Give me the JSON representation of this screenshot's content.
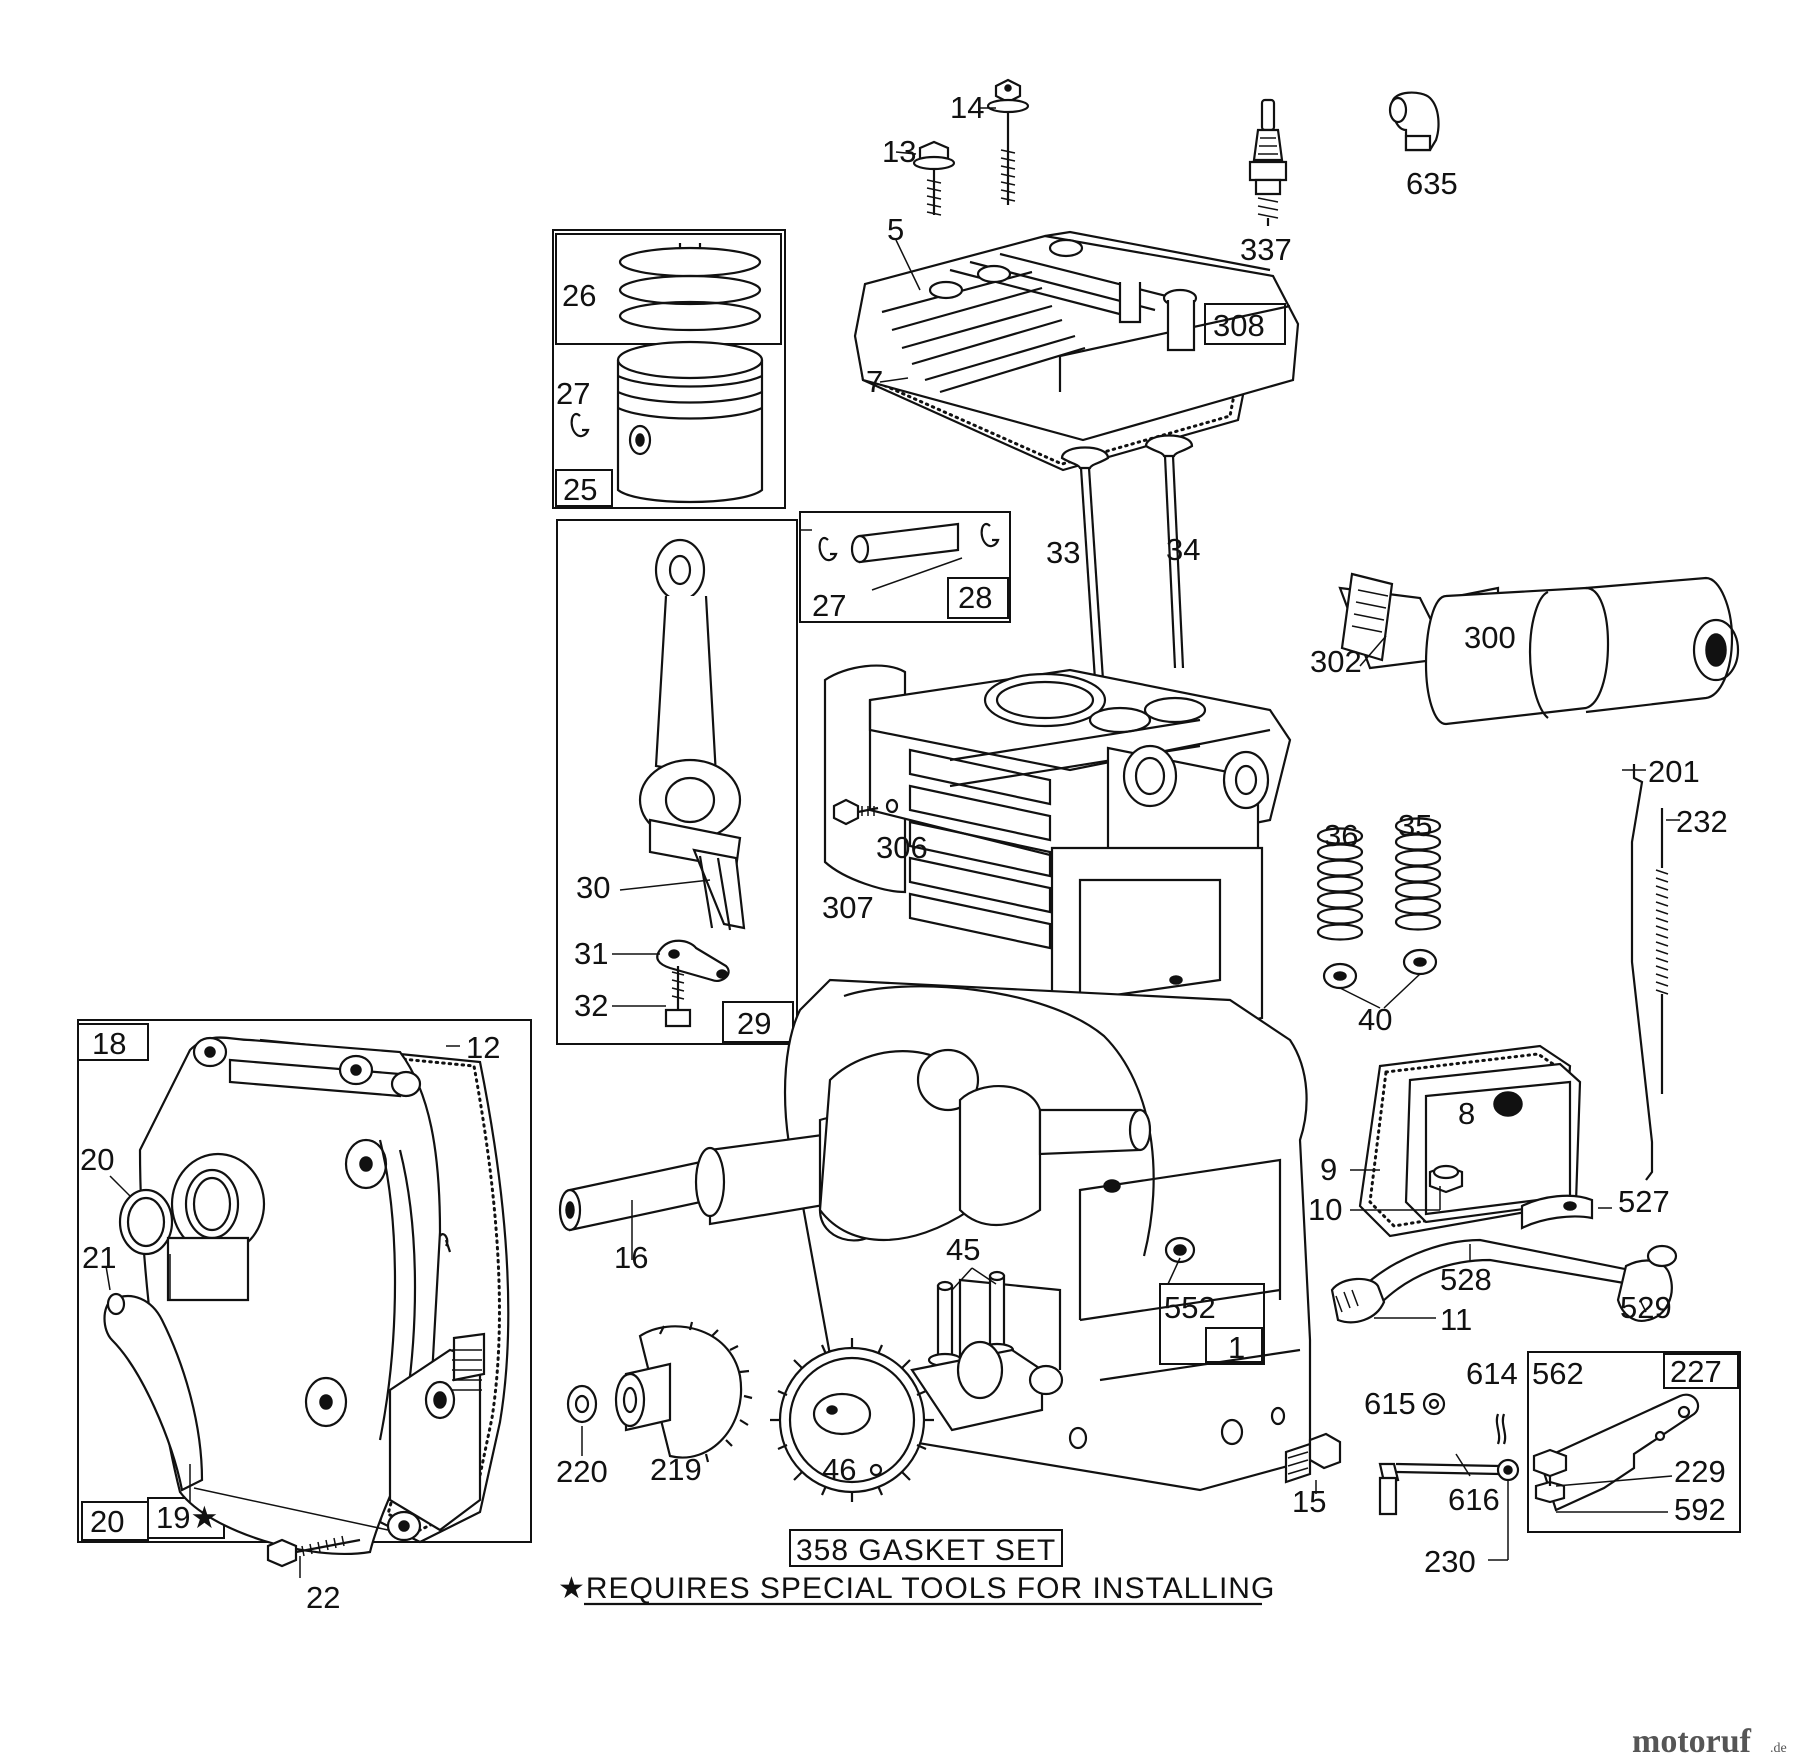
{
  "callouts": {
    "c5": "5",
    "c7": "7",
    "c13": "13",
    "c14": "14",
    "c337": "337",
    "c635": "635",
    "c308": "308",
    "c26": "26",
    "c27a": "27",
    "c25": "25",
    "c33": "33",
    "c34": "34",
    "c27b": "27",
    "c28": "28",
    "c302": "302",
    "c300": "300",
    "c30": "30",
    "c31": "31",
    "c32": "32",
    "c29": "29",
    "c306": "306",
    "c307": "307",
    "c201": "201",
    "c232": "232",
    "c36": "36",
    "c35": "35",
    "c40": "40",
    "c18": "18",
    "c12": "12",
    "c20a": "20",
    "c21": "21",
    "c20b": "20",
    "c19": "19★",
    "c22": "22",
    "c16": "16",
    "c45": "45",
    "c552": "552",
    "c1": "1",
    "c8": "8",
    "c9": "9",
    "c10": "10",
    "c527": "527",
    "c528": "528",
    "c529": "529",
    "c11": "11",
    "c220": "220",
    "c219": "219",
    "c46": "46",
    "c15": "15",
    "c614": "614",
    "c615": "615",
    "c616": "616",
    "c230": "230",
    "c562": "562",
    "c227": "227",
    "c229": "229",
    "c592": "592"
  },
  "notes": {
    "gasket_set": "358 GASKET SET",
    "special_tools": "★REQUIRES SPECIAL TOOLS FOR INSTALLING"
  },
  "watermark": {
    "brand": "motoruf",
    "suffix": ".de"
  }
}
